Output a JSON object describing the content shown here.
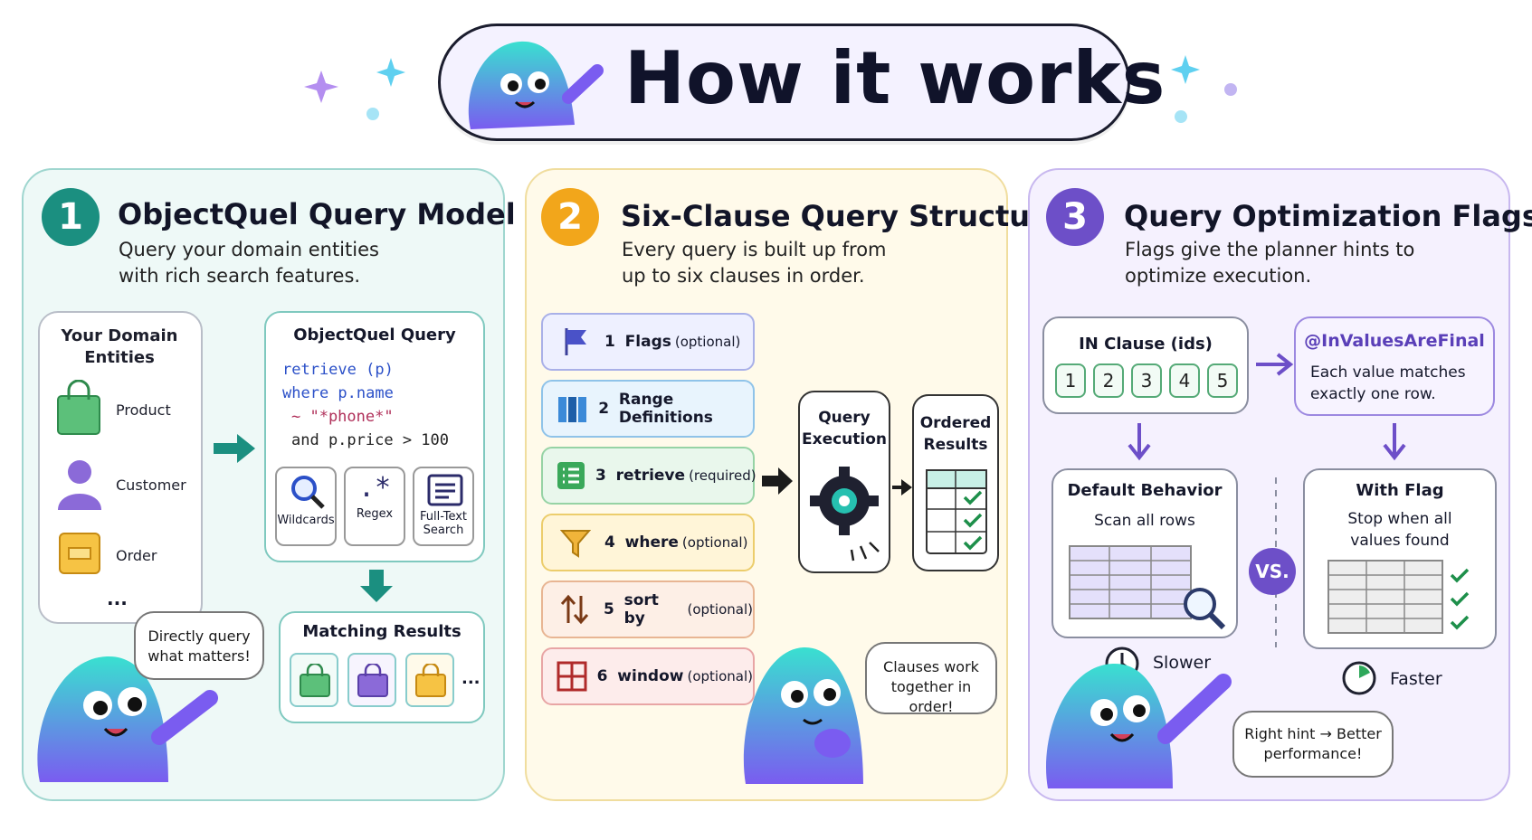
{
  "header": {
    "title": "How it works"
  },
  "panel1": {
    "number": "1",
    "title": "ObjectQuel Query Model",
    "subtitle": "Query your domain entities with rich search features.",
    "entities": {
      "title": "Your Domain Entities",
      "items": [
        "Product",
        "Customer",
        "Order"
      ],
      "more": "..."
    },
    "query": {
      "title": "ObjectQuel Query",
      "lines": [
        "retrieve (p)",
        "where p.name",
        "~ \"*phone*\"",
        "and p.price > 100"
      ],
      "features": [
        "Wildcards",
        "Regex",
        "Full-Text Search"
      ]
    },
    "results": {
      "title": "Matching Results",
      "more": "..."
    },
    "bubble": "Directly query what matters!"
  },
  "panel2": {
    "number": "2",
    "title": "Six-Clause Query Structure",
    "subtitle": "Every query is built up from up to six clauses in order.",
    "clauses": [
      {
        "n": "1",
        "name": "Flags",
        "note": "(optional)"
      },
      {
        "n": "2",
        "name": "Range Definitions",
        "note": ""
      },
      {
        "n": "3",
        "name": "retrieve",
        "note": "(required)"
      },
      {
        "n": "4",
        "name": "where",
        "note": "(optional)"
      },
      {
        "n": "5",
        "name": "sort by",
        "note": "(optional)"
      },
      {
        "n": "6",
        "name": "window",
        "note": "(optional)"
      }
    ],
    "execution": "Query Execution",
    "ordered": "Ordered Results",
    "bubble": "Clauses work together in order!"
  },
  "panel3": {
    "number": "3",
    "title": "Query Optimization Flags",
    "subtitle": "Flags give the planner hints to optimize execution.",
    "in_clause": {
      "title": "IN Clause (ids)",
      "ids": [
        "1",
        "2",
        "3",
        "4",
        "5"
      ]
    },
    "flag": {
      "name": "@InValuesAreFinal",
      "desc": "Each value matches exactly one row."
    },
    "default": {
      "title": "Default Behavior",
      "desc": "Scan all rows",
      "speed": "Slower"
    },
    "with_flag": {
      "title": "With Flag",
      "desc": "Stop when all values found",
      "speed": "Faster"
    },
    "vs": "VS.",
    "bubble": "Right hint → Better performance!"
  },
  "colors": {
    "teal": "#1b8f80",
    "orange": "#f2a61b",
    "purple": "#6d4fc8",
    "blue_kw": "#2b50c8"
  }
}
